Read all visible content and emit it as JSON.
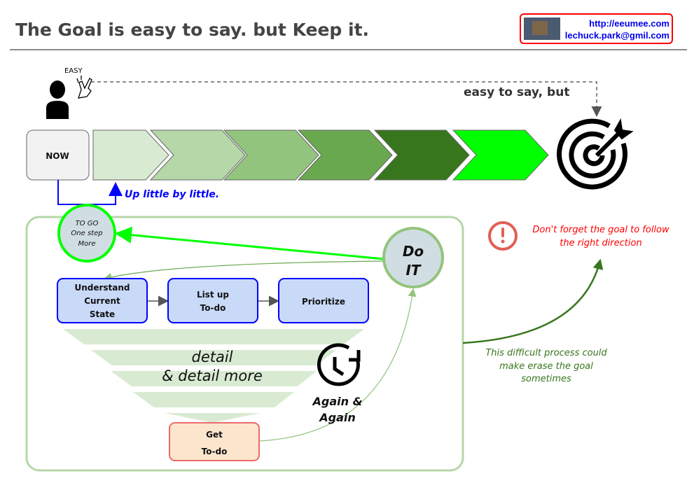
{
  "header": {
    "title": "The Goal is easy to say. but Keep it.",
    "contact_url": "http://eeumee.com",
    "contact_email": "lechuck.park@gmil.com"
  },
  "top": {
    "easy_label": "EASY",
    "easy_to_say": "easy to say,  but",
    "now_label": "NOW",
    "up_little": "Up little by little.",
    "step_colors": [
      "#d9ead3",
      "#b6d7a8",
      "#93c47d",
      "#6aa84f",
      "#38761d",
      "#00ff00"
    ],
    "icons": [
      "person-icon",
      "pointing-hand-icon",
      "target-icon"
    ]
  },
  "process": {
    "to_go": [
      "TO GO",
      "One step",
      "More"
    ],
    "do_it": [
      "Do",
      "IT"
    ],
    "steps": [
      {
        "lines": [
          "Understand",
          "Current",
          "State"
        ]
      },
      {
        "lines": [
          "List up",
          "To-do"
        ]
      },
      {
        "lines": [
          "Prioritize"
        ]
      }
    ],
    "funnel_text": [
      "detail",
      "& detail more"
    ],
    "again": [
      "Again &",
      "Again"
    ],
    "get_todo": [
      "Get",
      "To-do"
    ]
  },
  "notes": {
    "warning": [
      "Don't forget the goal to follow",
      "the right direction"
    ],
    "difficult": [
      "This difficult process could",
      "make erase the goal",
      "sometimes"
    ],
    "warning_color": "#ff0000",
    "difficult_color": "#38761d"
  }
}
